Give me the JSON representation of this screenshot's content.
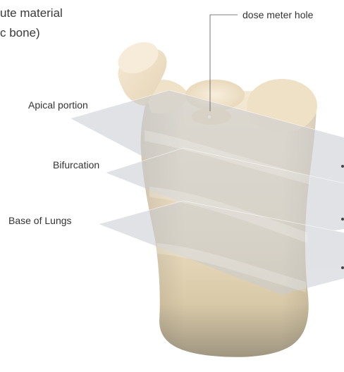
{
  "caption": {
    "line1": "ute material",
    "line2": "c bone)"
  },
  "callouts": {
    "dose_meter_hole": "dose meter hole"
  },
  "sections": [
    {
      "id": "apical",
      "label": "Apical portion"
    },
    {
      "id": "bifurcation",
      "label": "Bifurcation"
    },
    {
      "id": "base",
      "label": "Base of Lungs"
    }
  ],
  "colors": {
    "phantom_top": "#f3e6cf",
    "phantom_mid": "#ead8b8",
    "phantom_bottom": "#9f9580",
    "slice_plane": "#c8ccd0"
  }
}
